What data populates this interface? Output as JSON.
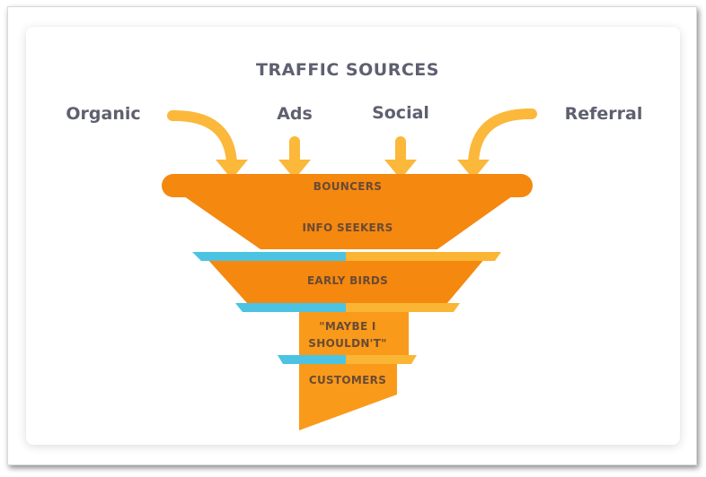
{
  "title": "TRAFFIC SOURCES",
  "sources": {
    "organic": "Organic",
    "ads": "Ads",
    "social": "Social",
    "referral": "Referral"
  },
  "stages": {
    "bouncers": "BOUNCERS",
    "info_seekers": "INFO SEEKERS",
    "early_birds": "EARLY BIRDS",
    "maybe_line1": "\"MAYBE I",
    "maybe_line2": "SHOULDN'T\"",
    "customers": "CUSTOMERS"
  },
  "colors": {
    "funnel_orange": "#f5880f",
    "funnel_light": "#fa9a1c",
    "arrow_yellow": "#fbb83a",
    "divider_blue": "#4cc3e3",
    "divider_yellow": "#fbb534",
    "text_gray": "#5e6070"
  }
}
